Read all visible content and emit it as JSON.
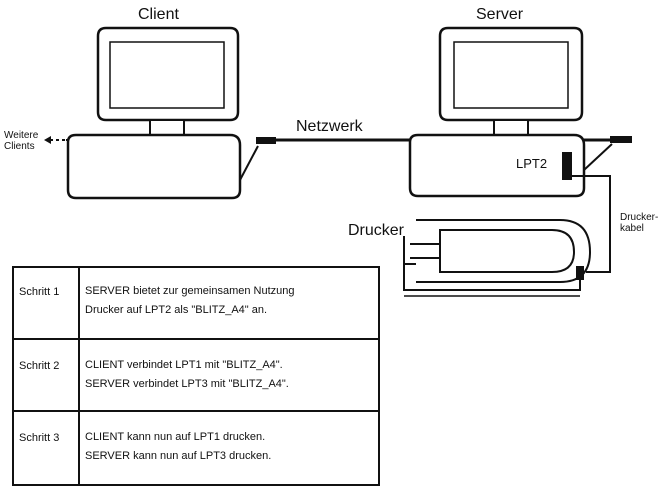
{
  "labels": {
    "client": "Client",
    "server": "Server",
    "network": "Netzwerk",
    "further_clients": "Weitere\nClients",
    "lpt2": "LPT2",
    "printer": "Drucker",
    "printer_cable": "Drucker-\nkabel"
  },
  "steps": [
    {
      "label": "Schritt 1",
      "lines": [
        "SERVER bietet zur gemeinsamen Nutzung",
        "Drucker auf LPT2 als \"BLITZ_A4\" an."
      ]
    },
    {
      "label": "Schritt 2",
      "lines": [
        "CLIENT verbindet LPT1 mit \"BLITZ_A4\".",
        "SERVER verbindet LPT3 mit \"BLITZ_A4\"."
      ]
    },
    {
      "label": "Schritt 3",
      "lines": [
        "CLIENT kann nun auf LPT1 drucken.",
        "SERVER kann nun auf LPT3 drucken."
      ]
    }
  ]
}
